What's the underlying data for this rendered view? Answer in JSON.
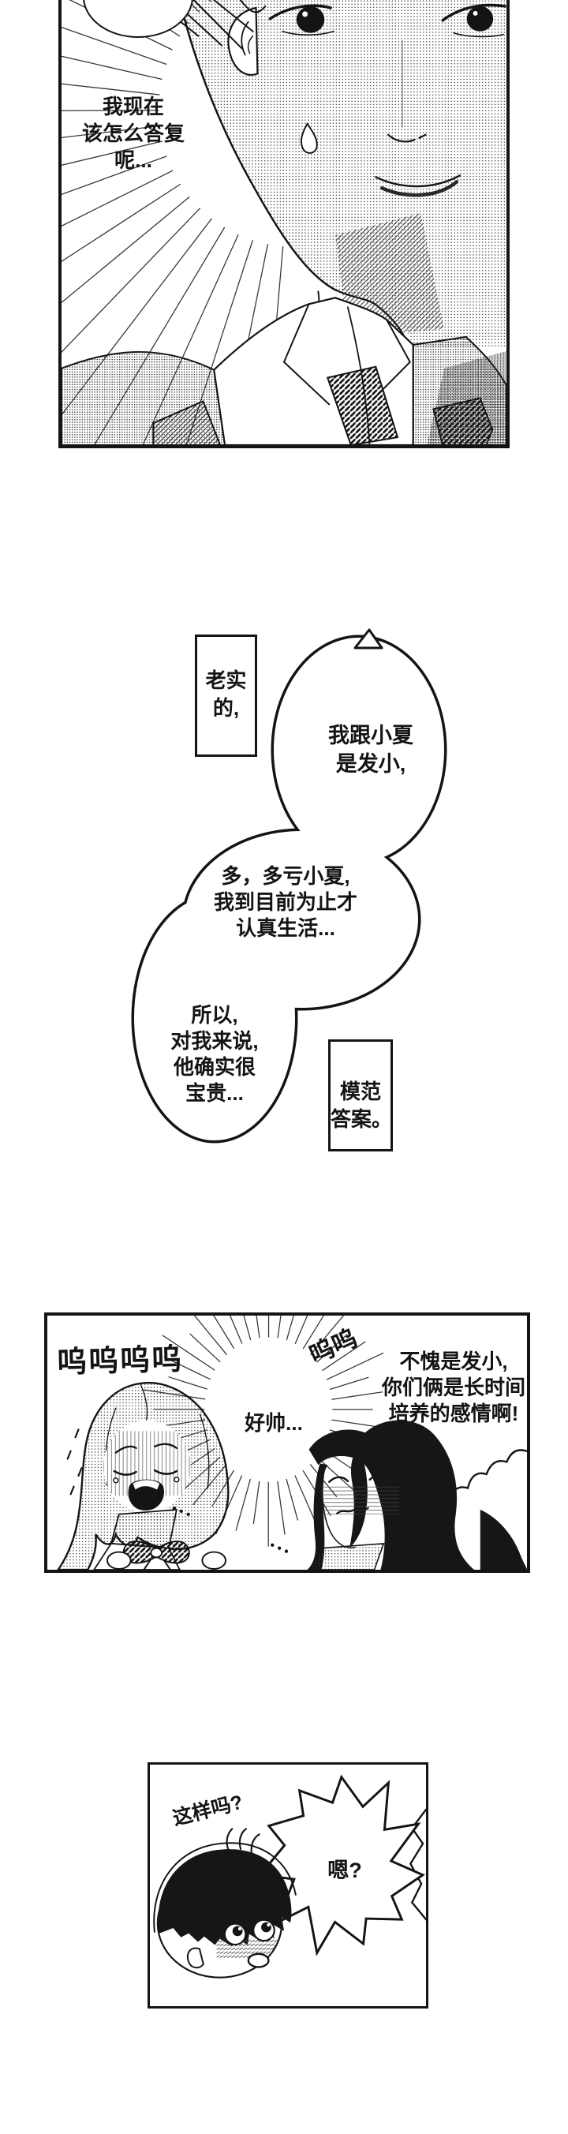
{
  "colors": {
    "paper": "#ffffff",
    "ink": "#141414"
  },
  "panel1": {
    "thought": {
      "l1": "我现在",
      "l2": "该怎么答复",
      "l3": "呢..."
    }
  },
  "middle": {
    "box_left": {
      "l1": "老实",
      "l2": "的,"
    },
    "bubble_top": {
      "l1": "我跟小夏",
      "l2": "是发小,"
    },
    "bubble_mid": {
      "l1": "多，多亏小夏,",
      "l2": "我到目前为止才",
      "l3": "认真生活..."
    },
    "bubble_low": {
      "l1": "所以,",
      "l2": "对我来说,",
      "l3": "他确实很",
      "l4": "宝贵..."
    },
    "box_right": {
      "l1": "模范",
      "l2": "答案。"
    }
  },
  "panel3": {
    "sfx_big": "呜呜呜呜",
    "sfx_small": "呜呜",
    "shout": "好帅...",
    "speech": {
      "l1": "不愧是发小,",
      "l2": "你们俩是长时间",
      "l3": "培养的感情啊!"
    }
  },
  "panel4": {
    "sfx": "这样吗?",
    "shout": "嗯?"
  }
}
